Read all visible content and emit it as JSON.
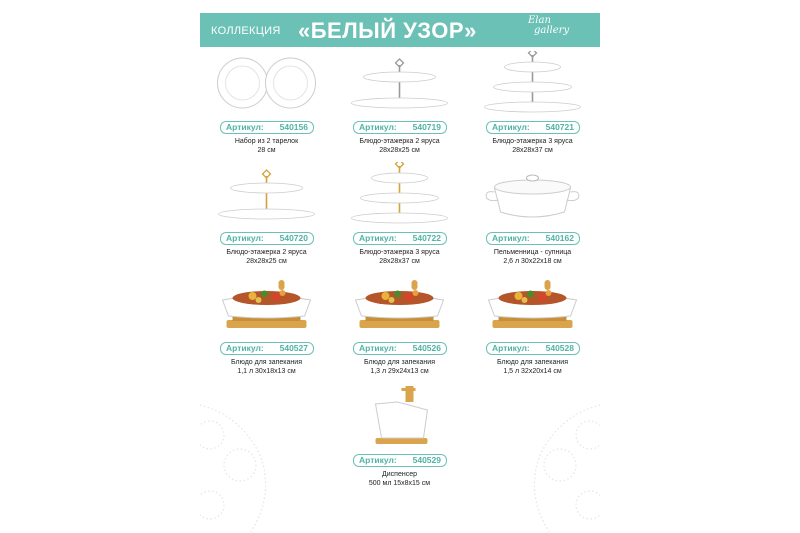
{
  "header": {
    "collection_label": "КОЛЛЕКЦИЯ",
    "title": "«БЕЛЫЙ УЗОР»",
    "logo_line1": "Elan",
    "logo_line2": "gallery"
  },
  "article_label": "Артикул:",
  "colors": {
    "teal": "#6cc1b6",
    "bamboo": "#d9a44c"
  },
  "products": [
    {
      "article": "540156",
      "name": "Набор из 2 тарелок",
      "size": "28 см",
      "icon": "plates"
    },
    {
      "article": "540719",
      "name": "Блюдо-этажерка 2 яруса",
      "size": "28x28x25 см",
      "icon": "stand-2-silver"
    },
    {
      "article": "540721",
      "name": "Блюдо-этажерка 3 яруса",
      "size": "28x28x37 см",
      "icon": "stand-3-silver"
    },
    {
      "article": "540720",
      "name": "Блюдо-этажерка 2 яруса",
      "size": "28x28x25 см",
      "icon": "stand-2-gold"
    },
    {
      "article": "540722",
      "name": "Блюдо-этажерка 3 яруса",
      "size": "28x28x37 см",
      "icon": "stand-3-gold"
    },
    {
      "article": "540162",
      "name": "Пельменница - супница",
      "size": "2,6 л 30x22x18 см",
      "icon": "tureen"
    },
    {
      "article": "540527",
      "name": "Блюдо для запекания",
      "size": "1,1 л 30x18x13 см",
      "icon": "baking-dish"
    },
    {
      "article": "540526",
      "name": "Блюдо для запекания",
      "size": "1,3 л 29x24x13 см",
      "icon": "baking-dish"
    },
    {
      "article": "540528",
      "name": "Блюдо для запекания",
      "size": "1,5 л 32x20x14 см",
      "icon": "baking-dish"
    },
    {
      "article": "540529",
      "name": "Диспенсер",
      "size": "500 мл 15x8x15 см",
      "icon": "dispenser"
    }
  ]
}
